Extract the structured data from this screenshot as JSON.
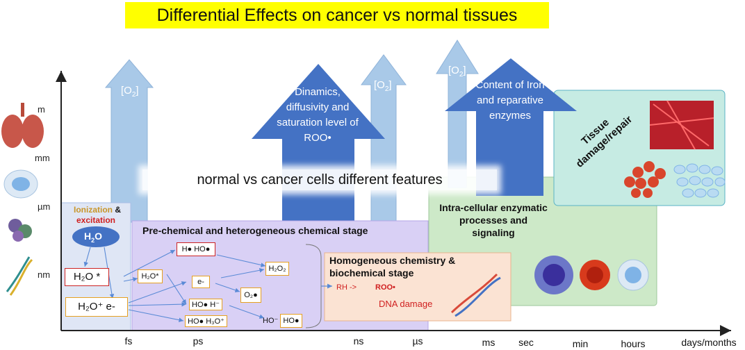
{
  "title": "Differential  Effects on cancer vs normal tissues",
  "y_axis": {
    "m": "m",
    "mm": "mm",
    "um": "µm",
    "nm": "nm"
  },
  "x_axis": {
    "fs": "fs",
    "ps": "ps",
    "ns": "ns",
    "us": "µs",
    "ms": "ms",
    "sec": "sec",
    "min": "min",
    "hours": "hours",
    "days": "days/months"
  },
  "arrows": {
    "o2_1": "[O",
    "o2_2": "[O",
    "o2_3": "[O",
    "o2_sub": "2",
    "o2_close": "]",
    "dinamics": "Dinamics, diffusivity and saturation level of ROO•",
    "content": "Content of Iron and reparative enzymes"
  },
  "banner": "normal vs cancer cells different features",
  "ionization": {
    "ion": "Ionization",
    "amp": "&",
    "exc": "excitation",
    "h2o": "H",
    "h2o_sub": "2",
    "h2o_end": "O"
  },
  "h2o_star": "H₂O *",
  "h2o_plus": "H₂O⁺   e-",
  "prechem": {
    "title": "Pre-chemical and heterogeneous chemical stage",
    "h_ho": "H●  HO●",
    "h2o_star_small": "H₂O*",
    "h2o2": "H₂O₂",
    "e_minus": "e-",
    "o2_dot": "O₂●",
    "ho_h": "HO●  H⁻",
    "ho_h3o": "HO●   H₃O⁺",
    "ho_minus": "HO⁻",
    "ho_dot": "HO●"
  },
  "homog": {
    "title": "Homogeneous chemistry & biochemical stage",
    "rh": "RH  ->",
    "roo": "ROO•",
    "dna": "DNA damage"
  },
  "intra": "Intra-cellular enzymatic processes and signaling",
  "tissue": "Tissue damage/repair",
  "colors": {
    "arrow_light": "#a9c9e8",
    "arrow_dark": "#4472c4",
    "purple": "#d9d0f5",
    "peach": "#fbe3d3",
    "green": "#cde9c8",
    "teal": "#c6ebe3",
    "yellow": "#ffff00"
  }
}
